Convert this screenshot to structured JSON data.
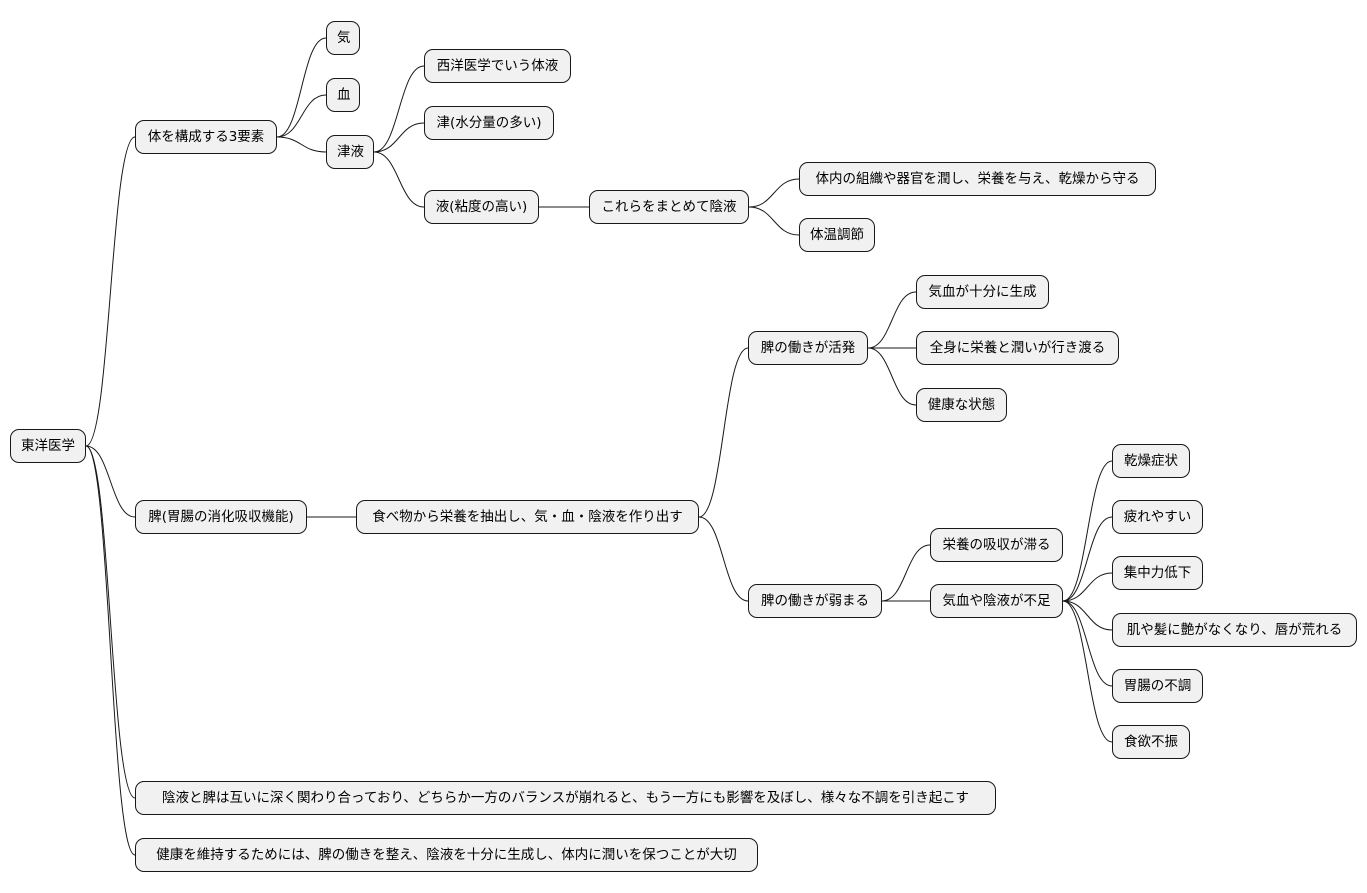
{
  "mindmap": {
    "root": "東洋医学",
    "elements": {
      "label": "体を構成する3要素",
      "qi": "気",
      "blood": "血",
      "fluids": "津液",
      "western": "西洋医学でいう体液",
      "jin": "津(水分量の多い)",
      "eki": "液(粘度の高い)",
      "yin_fluid": "これらをまとめて陰液",
      "moisten": "体内の組織や器官を潤し、栄養を与え、乾燥から守る",
      "temperature": "体温調節"
    },
    "spleen": {
      "label": "脾(胃腸の消化吸収機能)",
      "function": "食べ物から栄養を抽出し、気・血・陰液を作り出す",
      "active": {
        "label": "脾の働きが活発",
        "items": [
          "気血が十分に生成",
          "全身に栄養と潤いが行き渡る",
          "健康な状態"
        ]
      },
      "weak": {
        "label": "脾の働きが弱まる",
        "absorption": "栄養の吸収が滞る",
        "deficiency": "気血や陰液が不足",
        "symptoms": [
          "乾燥症状",
          "疲れやすい",
          "集中力低下",
          "肌や髪に艶がなくなり、唇が荒れる",
          "胃腸の不調",
          "食欲不振"
        ]
      }
    },
    "relation": "陰液と脾は互いに深く関わり合っており、どちらか一方のバランスが崩れると、もう一方にも影響を及ぼし、様々な不調を引き起こす",
    "health": "健康を維持するためには、脾の働きを整え、陰液を十分に生成し、体内に潤いを保つことが大切"
  }
}
